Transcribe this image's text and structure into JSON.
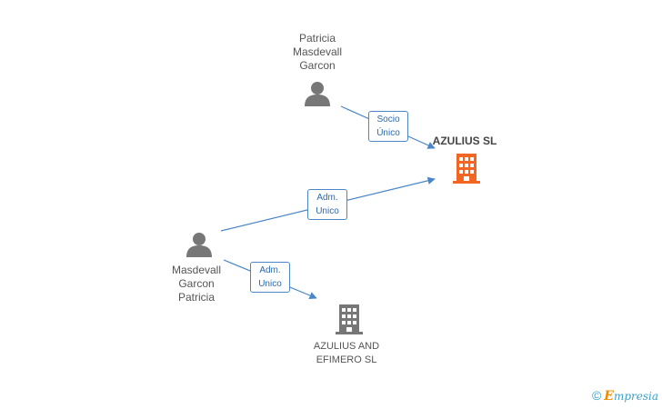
{
  "nodes": {
    "person_top": {
      "label": "Patricia\nMasdevall\nGarcon",
      "icon": "person-icon",
      "color": "#777777"
    },
    "person_left": {
      "label": "Masdevall\nGarcon\nPatricia",
      "icon": "person-icon",
      "color": "#777777"
    },
    "company_main": {
      "label": "AZULIUS SL",
      "icon": "building-icon",
      "color": "#f26522"
    },
    "company_second": {
      "label": "AZULIUS AND\nEFIMERO SL",
      "icon": "building-icon",
      "color": "#777777"
    }
  },
  "edges": {
    "top_to_main": {
      "label": "Socio\nÚnico"
    },
    "left_to_main": {
      "label": "Adm.\nUnico"
    },
    "left_to_second": {
      "label": "Adm.\nUnico"
    }
  },
  "colors": {
    "edge": "#4a86c8"
  },
  "footer": {
    "copyright_symbol": "©",
    "brand_first": "E",
    "brand_rest": "mpresia"
  }
}
